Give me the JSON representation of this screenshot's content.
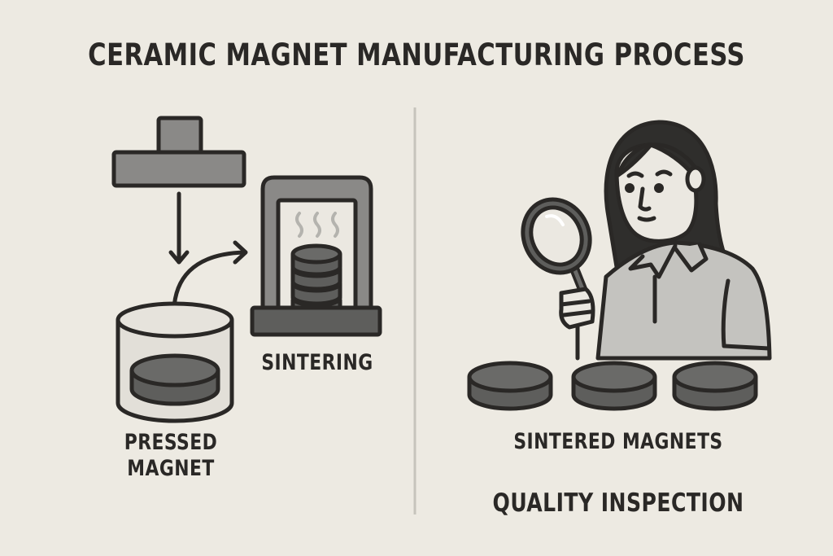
{
  "title": "CERAMIC MAGNET MANUFACTURING PROCESS",
  "left_panel": {
    "steps": [
      {
        "id": "press",
        "label": "PRESSED\nMAGNET",
        "label_lines": [
          "PRESSED",
          "MAGNET"
        ],
        "icon": "press-icon"
      },
      {
        "id": "sinter",
        "label": "SINTERING",
        "icon": "furnace-icon"
      }
    ],
    "arrows": [
      "down-arrow",
      "curved-arrow"
    ]
  },
  "right_panel": {
    "caption": "SINTERED MAGNETS",
    "section_title": "QUALITY INSPECTION",
    "magnet_count": 3,
    "figure": "inspector-with-magnifying-glass"
  },
  "colors": {
    "background": "#edeae2",
    "outline": "#2a2826",
    "dark_fill": "#5e5e5c",
    "mid_fill": "#8a8987",
    "light_fill": "#c4c3bf",
    "divider": "#c6c4bc",
    "steam": "#b4b3ae"
  }
}
